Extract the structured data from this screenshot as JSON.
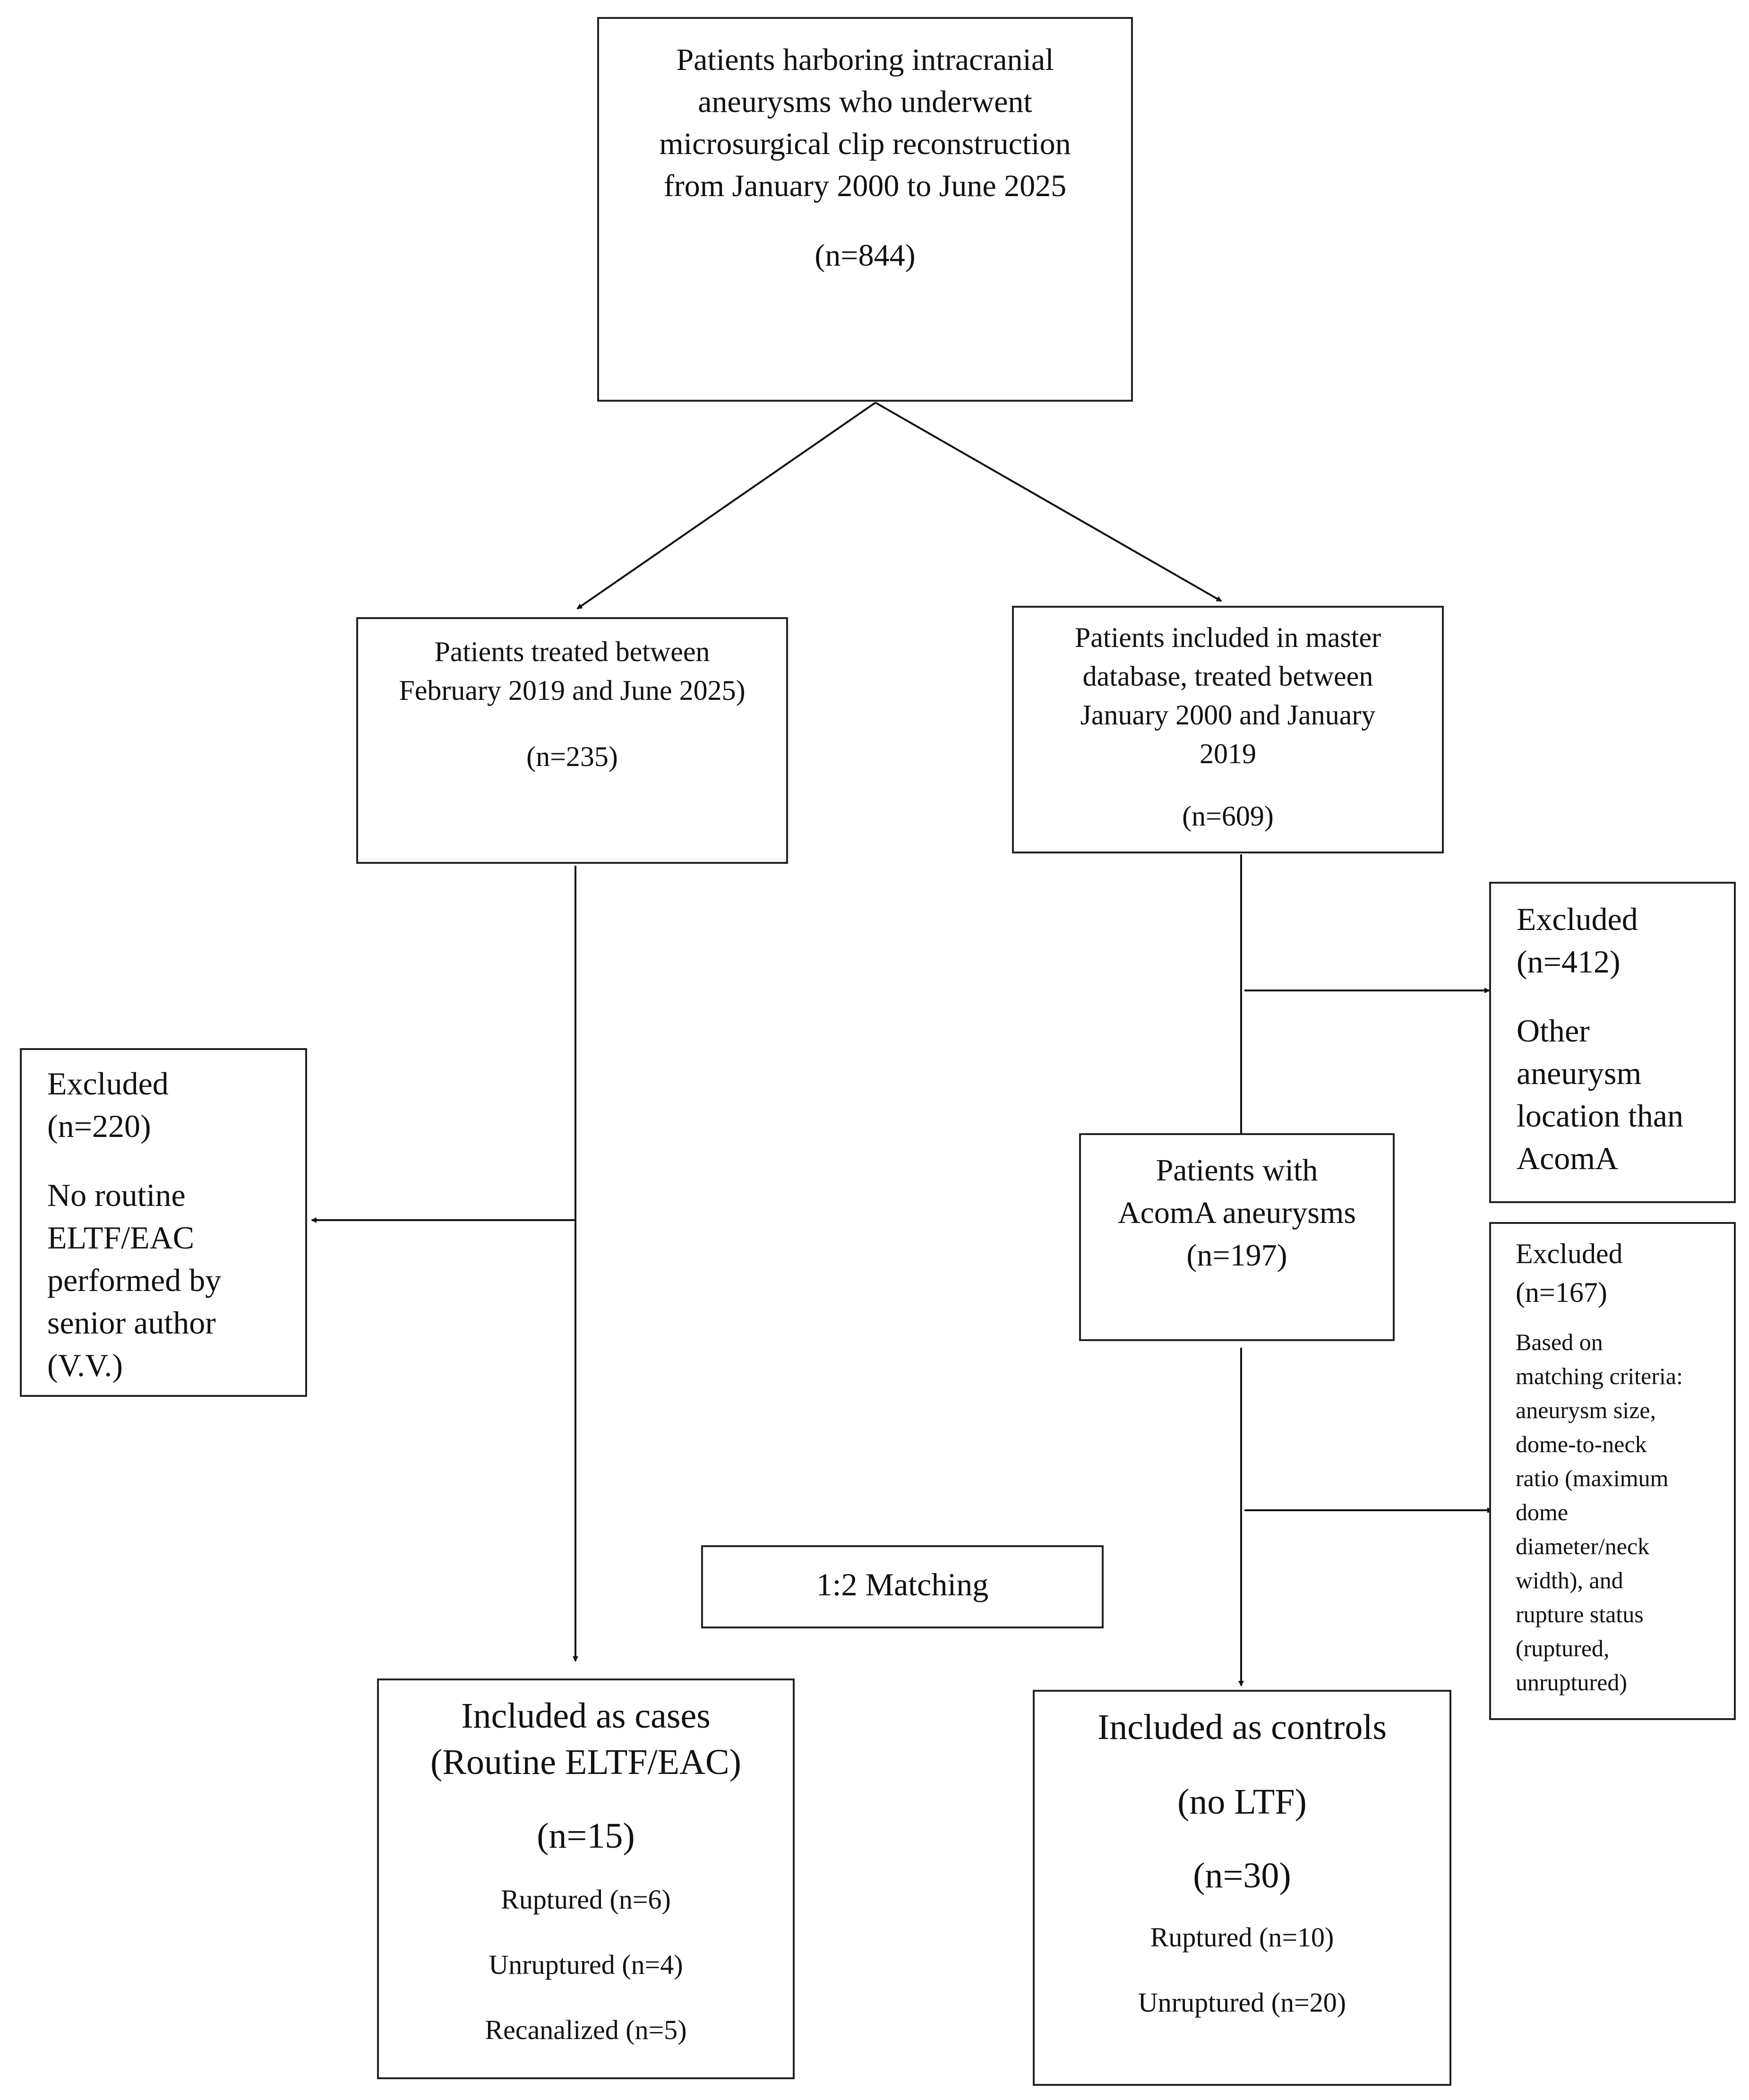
{
  "boxes": {
    "top": {
      "lines": [
        "Patients harboring intracranial",
        "aneurysms who underwent",
        "microsurgical clip reconstruction",
        "from January 2000 to June 2025"
      ],
      "n": "(n=844)"
    },
    "left_group": {
      "lines": [
        "Patients treated between",
        "February 2019 and June 2025)"
      ],
      "n": "(n=235)"
    },
    "right_group": {
      "lines": [
        "Patients included in master",
        "database, treated between",
        "January 2000 and January",
        "2019"
      ],
      "n": "(n=609)"
    },
    "excluded_left": {
      "title": "Excluded",
      "n": "(n=220)",
      "lines": [
        "No routine",
        "ELTF/EAC",
        "performed by",
        "senior author",
        "(V.V.)"
      ]
    },
    "excluded_location": {
      "title": "Excluded",
      "n": "(n=412)",
      "lines": [
        "Other",
        "aneurysm",
        "location than",
        "AcomA"
      ]
    },
    "acoma": {
      "lines": [
        "Patients with",
        "AcomA aneurysms",
        "(n=197)"
      ]
    },
    "excluded_matching": {
      "title": "Excluded",
      "n": "(n=167)",
      "lines": [
        "Based on",
        "matching criteria:",
        "aneurysm size,",
        "dome-to-neck",
        "ratio (maximum",
        "dome",
        "diameter/neck",
        "width), and",
        "rupture status",
        "(ruptured,",
        "unruptured)"
      ]
    },
    "matching": {
      "label": "1:2 Matching"
    },
    "cases": {
      "lines": [
        "Included as cases",
        "(Routine ELTF/EAC)"
      ],
      "n": "(n=15)",
      "sub": [
        "Ruptured (n=6)",
        "Unruptured (n=4)",
        "Recanalized (n=5)"
      ]
    },
    "controls": {
      "title": "Included as controls",
      "subtitle": "(no LTF)",
      "n": "(n=30)",
      "sub": [
        "Ruptured (n=10)",
        "Unruptured (n=20)"
      ]
    }
  }
}
